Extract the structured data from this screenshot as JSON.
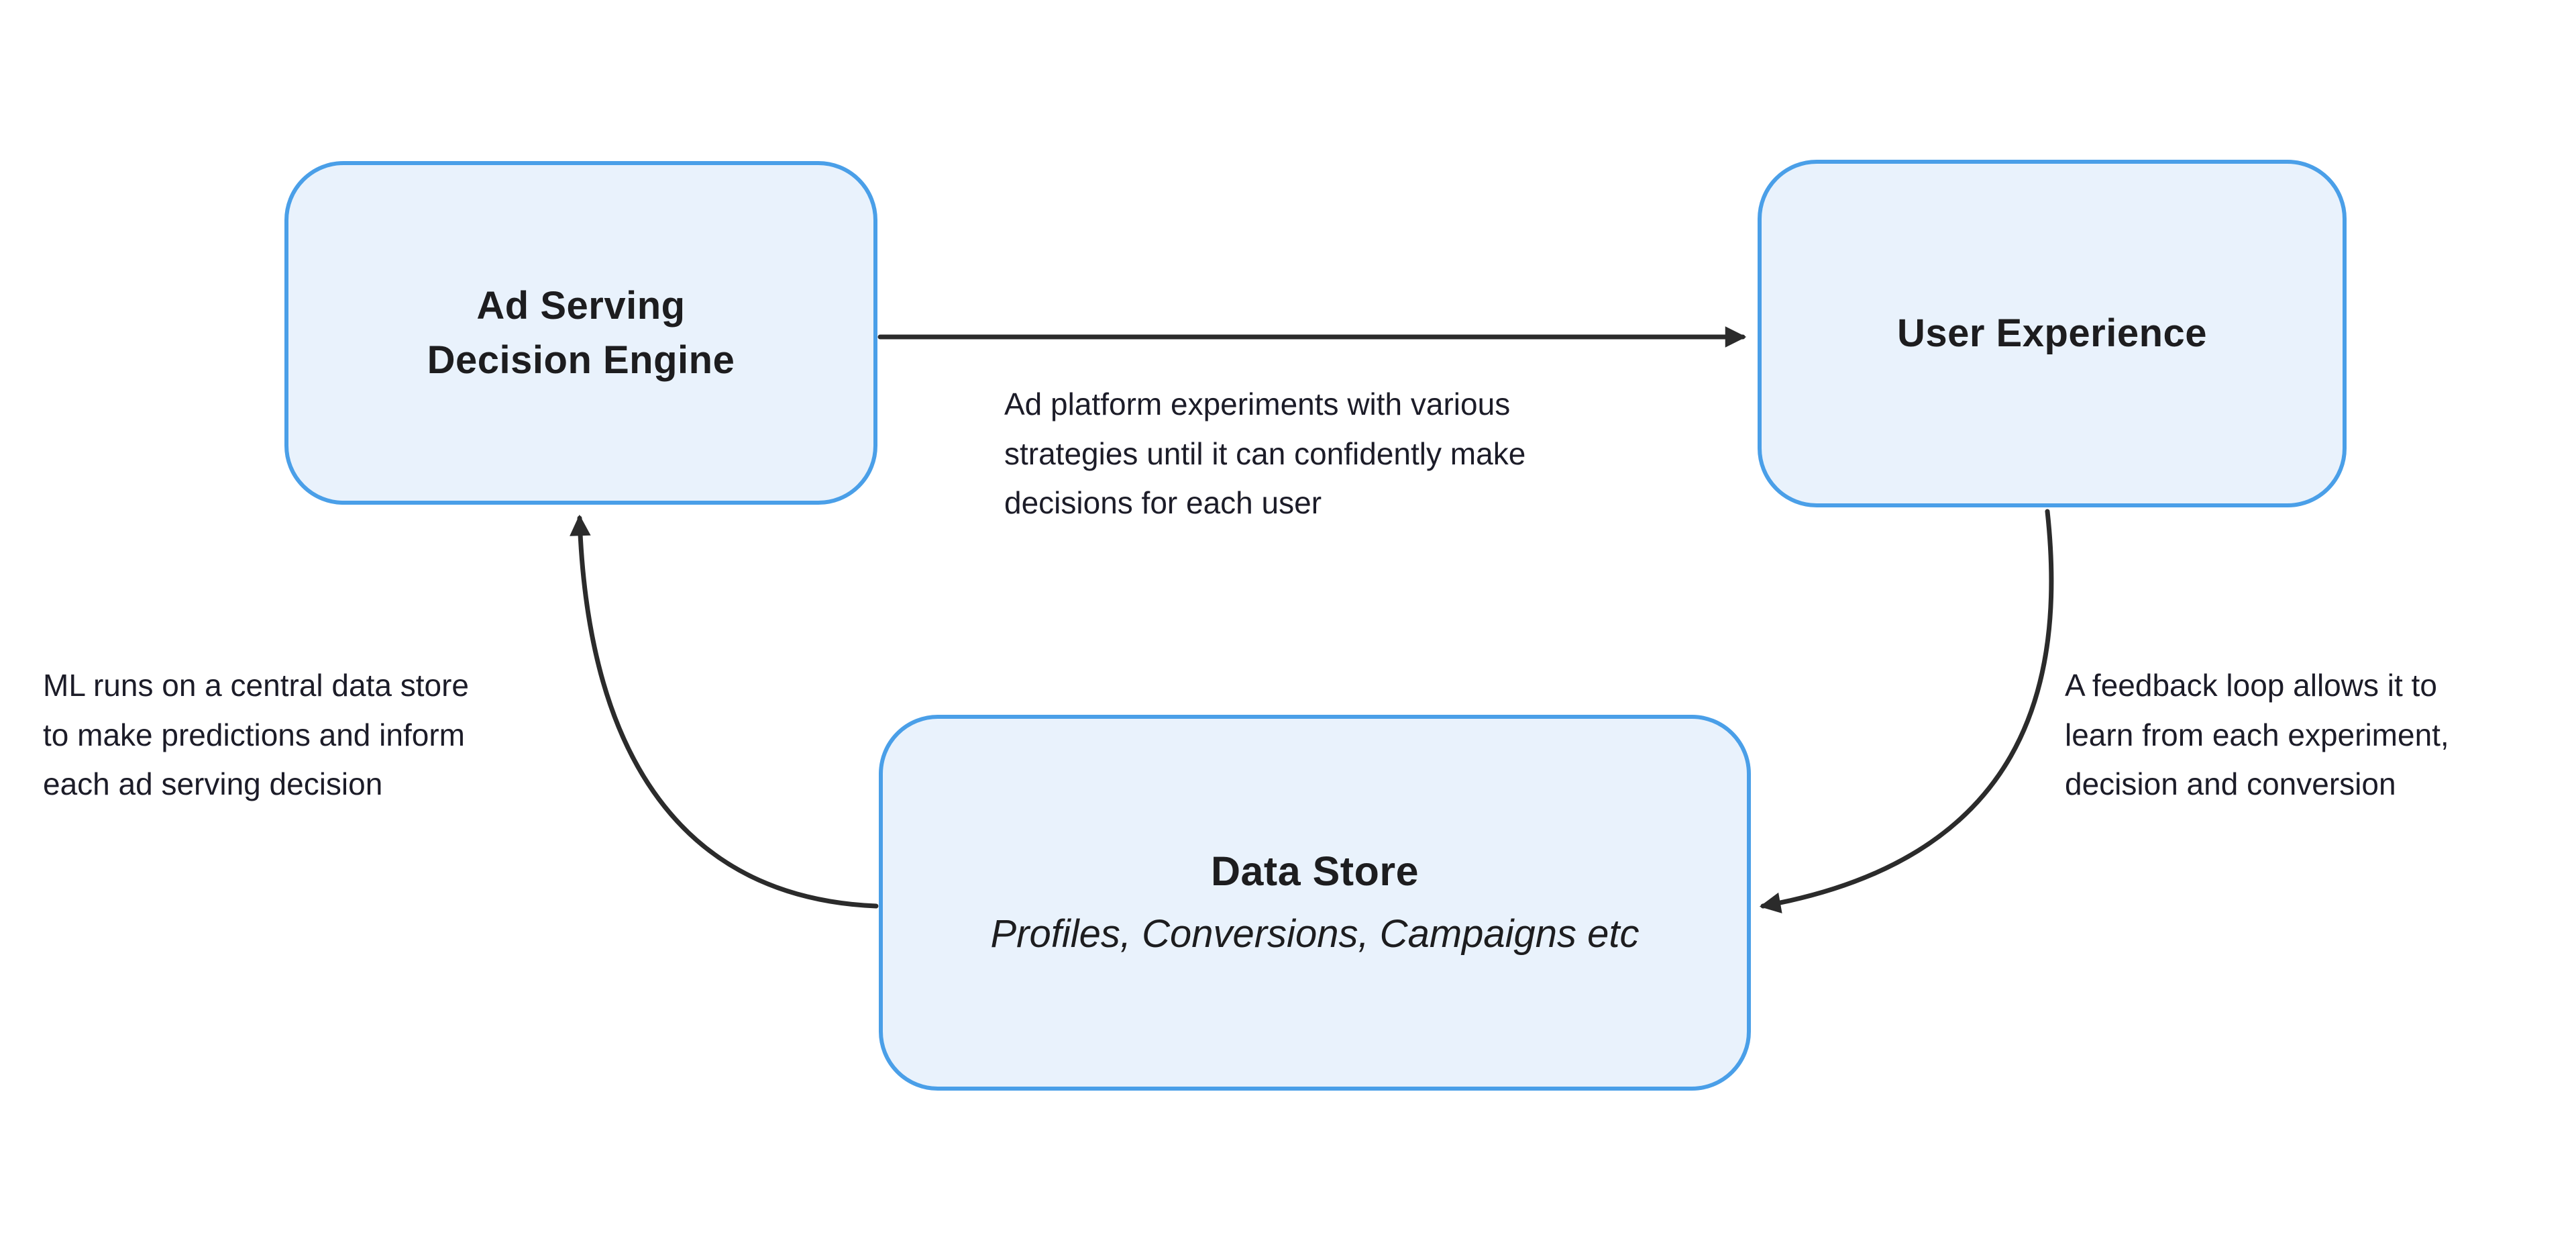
{
  "nodes": {
    "ad_serving": {
      "lines": [
        "Ad Serving",
        "Decision Engine"
      ]
    },
    "user_experience": {
      "title": "User Experience"
    },
    "data_store": {
      "title": "Data Store",
      "subtitle": "Profiles, Conversions, Campaigns etc"
    }
  },
  "annotations": {
    "experiment": {
      "lines": [
        "Ad platform experiments with various",
        "strategies until it can confidently make",
        "decisions for each user"
      ]
    },
    "feedback": {
      "lines": [
        "A feedback loop allows it to",
        "learn from each experiment,",
        "decision and conversion"
      ]
    },
    "ml": {
      "lines": [
        "ML runs on a central data store",
        "to make predictions and inform",
        "each ad serving decision"
      ]
    }
  },
  "colors": {
    "node_fill": "#E9F2FC",
    "node_border": "#4A9FE8",
    "arrow": "#2B2B2B",
    "text": "#1D1D1F"
  }
}
